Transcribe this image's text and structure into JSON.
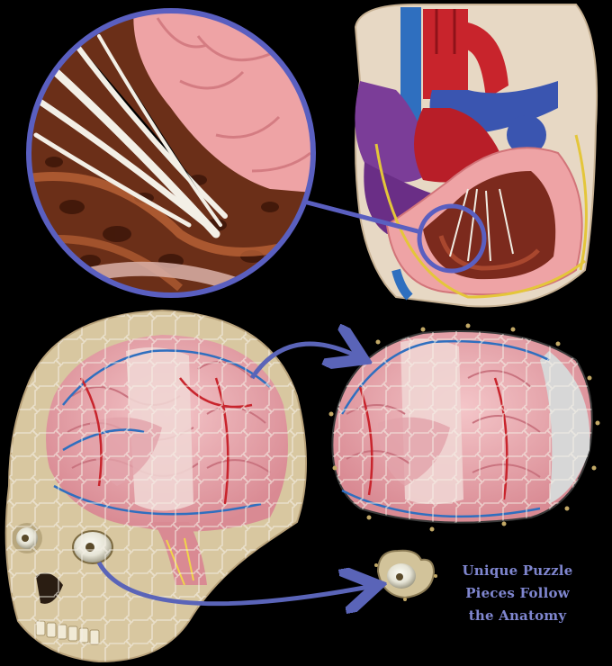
{
  "caption": {
    "lines": [
      "Unique Puzzle",
      "Pieces Follow",
      "the Anatomy"
    ]
  },
  "colors": {
    "background": "#000000",
    "caption_text": "#7f86cf",
    "callout_ring": "#5a5fc0",
    "arrow": "#5a64b8",
    "artery_red": "#c8242c",
    "vein_blue": "#2f6fbf",
    "myocardium_pink": "#eea3a5",
    "brain_pink": "#e9b2b8",
    "skull_bone": "#d8c7a0"
  },
  "images": {
    "heart_cross_section": "heart-illustration",
    "magnified_detail": "magnifier-callout",
    "skull_brain_puzzle": "skull-brain-puzzle",
    "brain_puzzle_piece": "brain-puzzle-piece",
    "eye_puzzle_piece": "eye-puzzle-piece"
  }
}
